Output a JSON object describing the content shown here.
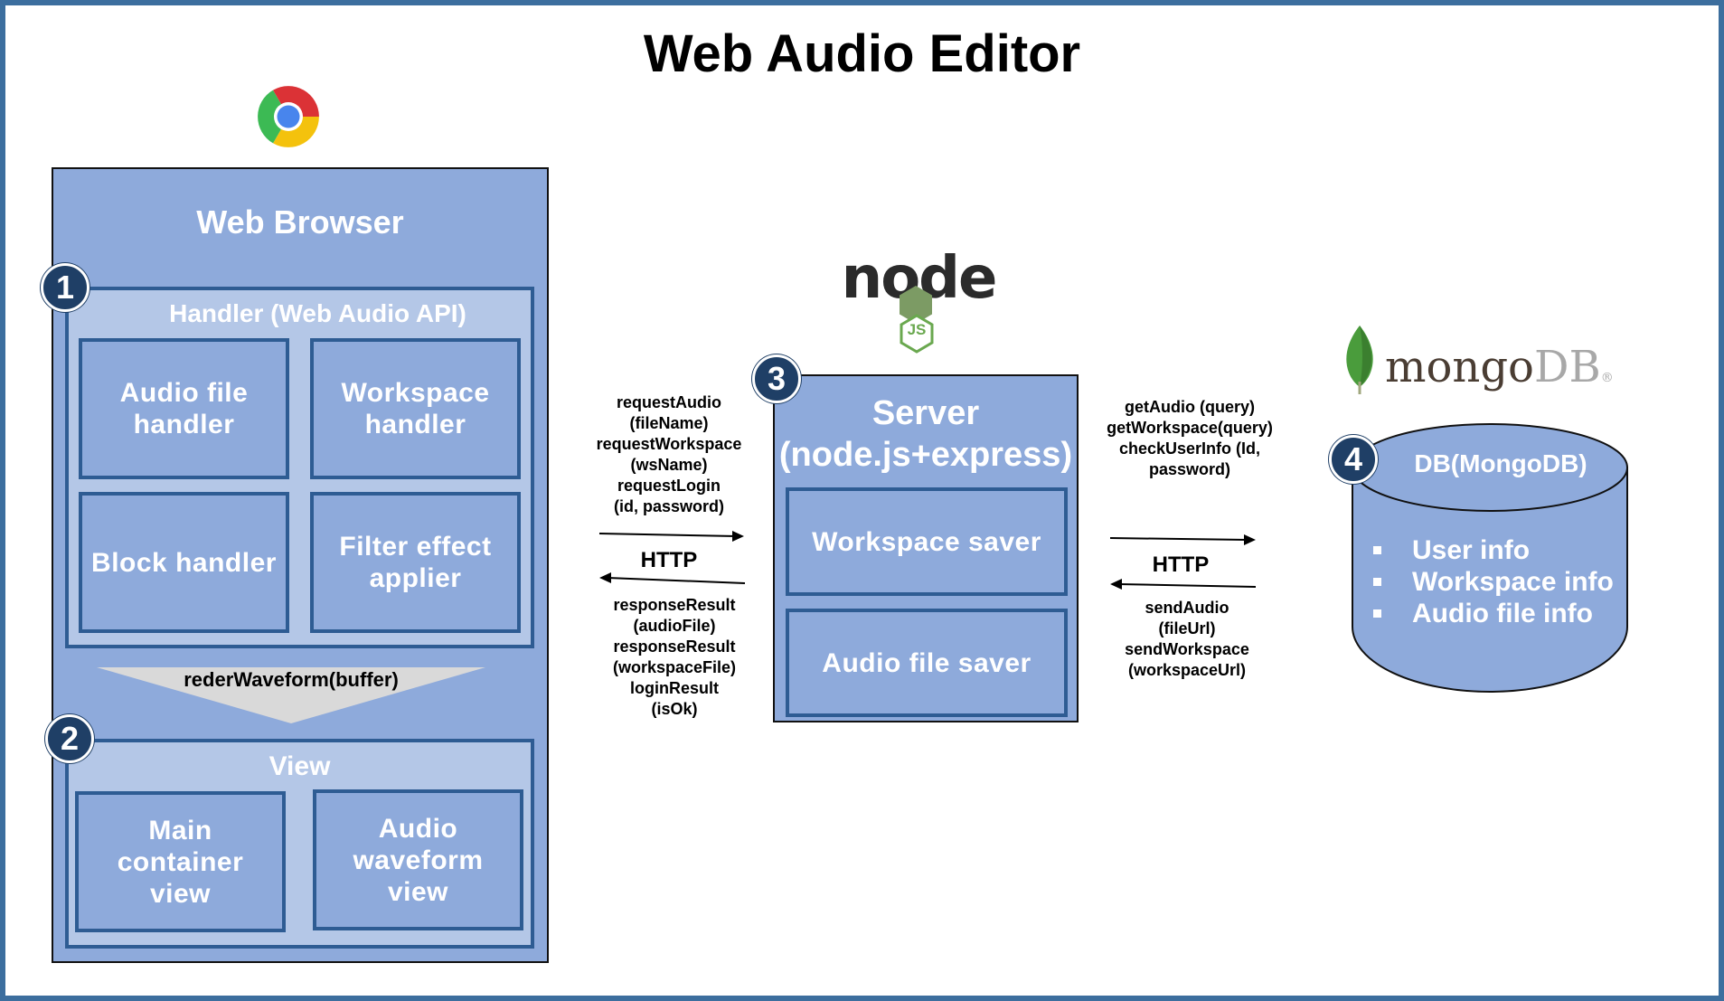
{
  "title": "Web Audio Editor",
  "browser": {
    "title": "Web Browser",
    "handler": {
      "number": "1",
      "title": "Handler (Web Audio API)",
      "boxes": [
        [
          "Audio file",
          "handler"
        ],
        [
          "Workspace",
          "handler"
        ],
        [
          "Block handler"
        ],
        [
          "Filter effect",
          "applier"
        ]
      ]
    },
    "render_label": "rederWaveform(buffer)",
    "view": {
      "number": "2",
      "title": "View",
      "boxes": [
        [
          "Main",
          "container",
          "view"
        ],
        [
          "Audio",
          "waveform",
          "view"
        ]
      ]
    }
  },
  "left_link": {
    "request_lines": [
      "requestAudio",
      "(fileName)",
      "requestWorkspace",
      "(wsName)",
      "requestLogin",
      "(id, password)"
    ],
    "protocol": "HTTP",
    "response_lines": [
      "responseResult",
      "(audioFile)",
      "responseResult",
      "(workspaceFile)",
      "loginResult",
      "(isOk)"
    ]
  },
  "server": {
    "number": "3",
    "title_lines": [
      "Server",
      "(node.js+express)"
    ],
    "boxes": [
      "Workspace saver",
      "Audio file saver"
    ]
  },
  "right_link": {
    "request_lines": [
      "getAudio (query)",
      "getWorkspace(query)",
      "checkUserInfo (Id,",
      "password)"
    ],
    "protocol": "HTTP",
    "response_lines": [
      "sendAudio",
      "(fileUrl)",
      "sendWorkspace",
      "(workspaceUrl)"
    ]
  },
  "db": {
    "number": "4",
    "title": "DB(MongoDB)",
    "items": [
      "User info",
      "Workspace info",
      "Audio file info"
    ]
  },
  "logos": {
    "browser": "chrome-logo",
    "server": "nodejs-logo",
    "db": "mongodb-logo",
    "node_wordmark": "node",
    "node_js": "JS",
    "mongo_wordmark_a": "mongo",
    "mongo_wordmark_b": "DB",
    "mongo_reg": "®"
  },
  "colors": {
    "panel": "#8eaadb",
    "subpanel": "#b4c7e7",
    "border": "#2e5c93",
    "badge": "#1f3f66",
    "frame": "#3c6e9e",
    "arrow_fill": "#d9d9d9",
    "node_green": "#6aa84f",
    "mongo_green": "#4a9c3c"
  }
}
